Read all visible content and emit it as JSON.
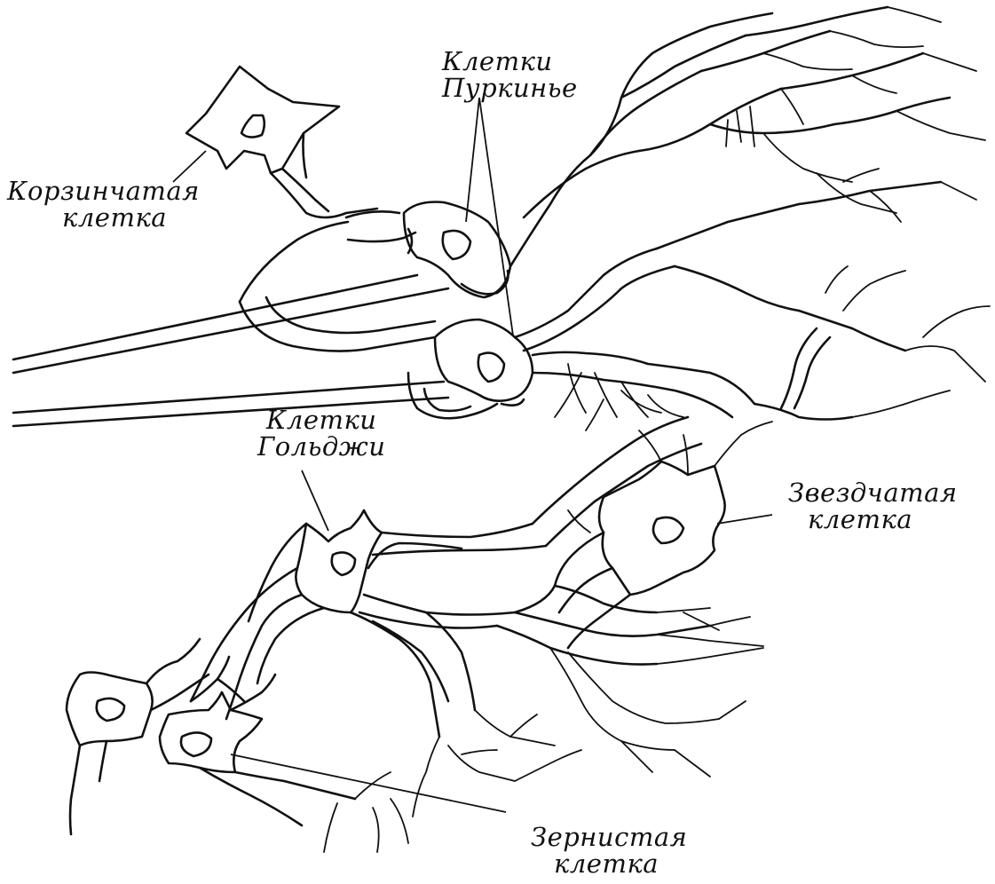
{
  "labels": {
    "purkinje": [
      "Клетки",
      "Пуркинье"
    ],
    "basket": [
      "Корзинчатая",
      "клетка"
    ],
    "golgi": [
      "Клетки",
      "Гольджи"
    ],
    "stellate": [
      "Звездчатая",
      "клетка"
    ],
    "granule": [
      "Зернистая",
      "клетка"
    ]
  }
}
